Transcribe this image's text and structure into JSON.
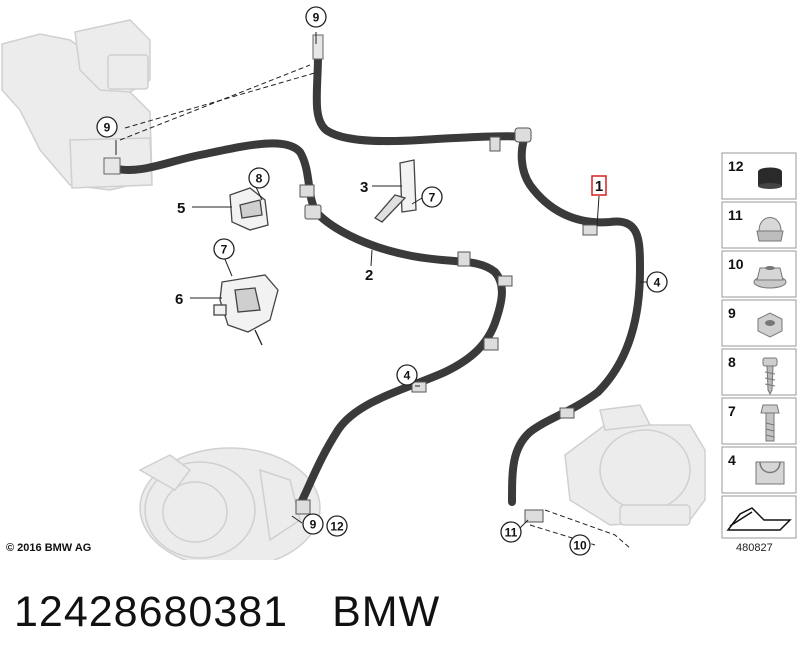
{
  "callouts": {
    "c9_top": "9",
    "c9_left": "9",
    "c8": "8",
    "c7_upper": "7",
    "c7_lower": "7",
    "c4_mid": "4",
    "c4_right": "4",
    "c9_bottom": "9",
    "c12_bottom": "12",
    "c11_bottom": "11",
    "c10_bottom": "10"
  },
  "labels": {
    "l1": "1",
    "l2": "2",
    "l3": "3",
    "l5": "5",
    "l6": "6"
  },
  "legend": [
    {
      "number": "12",
      "icon": "cap-nut-icon"
    },
    {
      "number": "11",
      "icon": "acorn-nut-icon"
    },
    {
      "number": "10",
      "icon": "flange-nut-icon"
    },
    {
      "number": "9",
      "icon": "hex-nut-icon"
    },
    {
      "number": "8",
      "icon": "screw-icon"
    },
    {
      "number": "7",
      "icon": "bolt-icon"
    },
    {
      "number": "4",
      "icon": "clip-icon"
    }
  ],
  "copyright": "© 2016 BMW AG",
  "image_id": "480827",
  "part_number": "12428680381",
  "brand": "BMW",
  "colors": {
    "highlight": "#d62020",
    "hose": "#3a3a3a"
  }
}
